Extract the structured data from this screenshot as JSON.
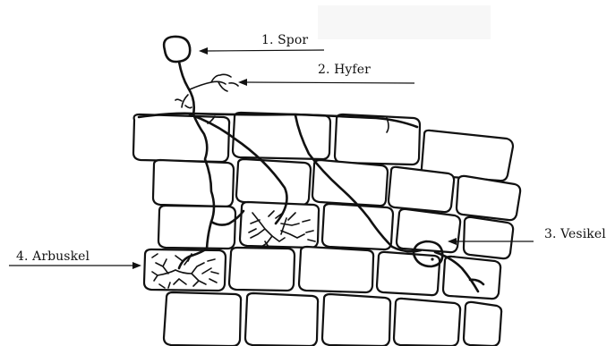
{
  "labels": {
    "spore": "1. Spor",
    "hyphae": "2. Hyfer",
    "vesicle": "3. Vesikel",
    "arbuscule": "4. Arbuskel"
  }
}
